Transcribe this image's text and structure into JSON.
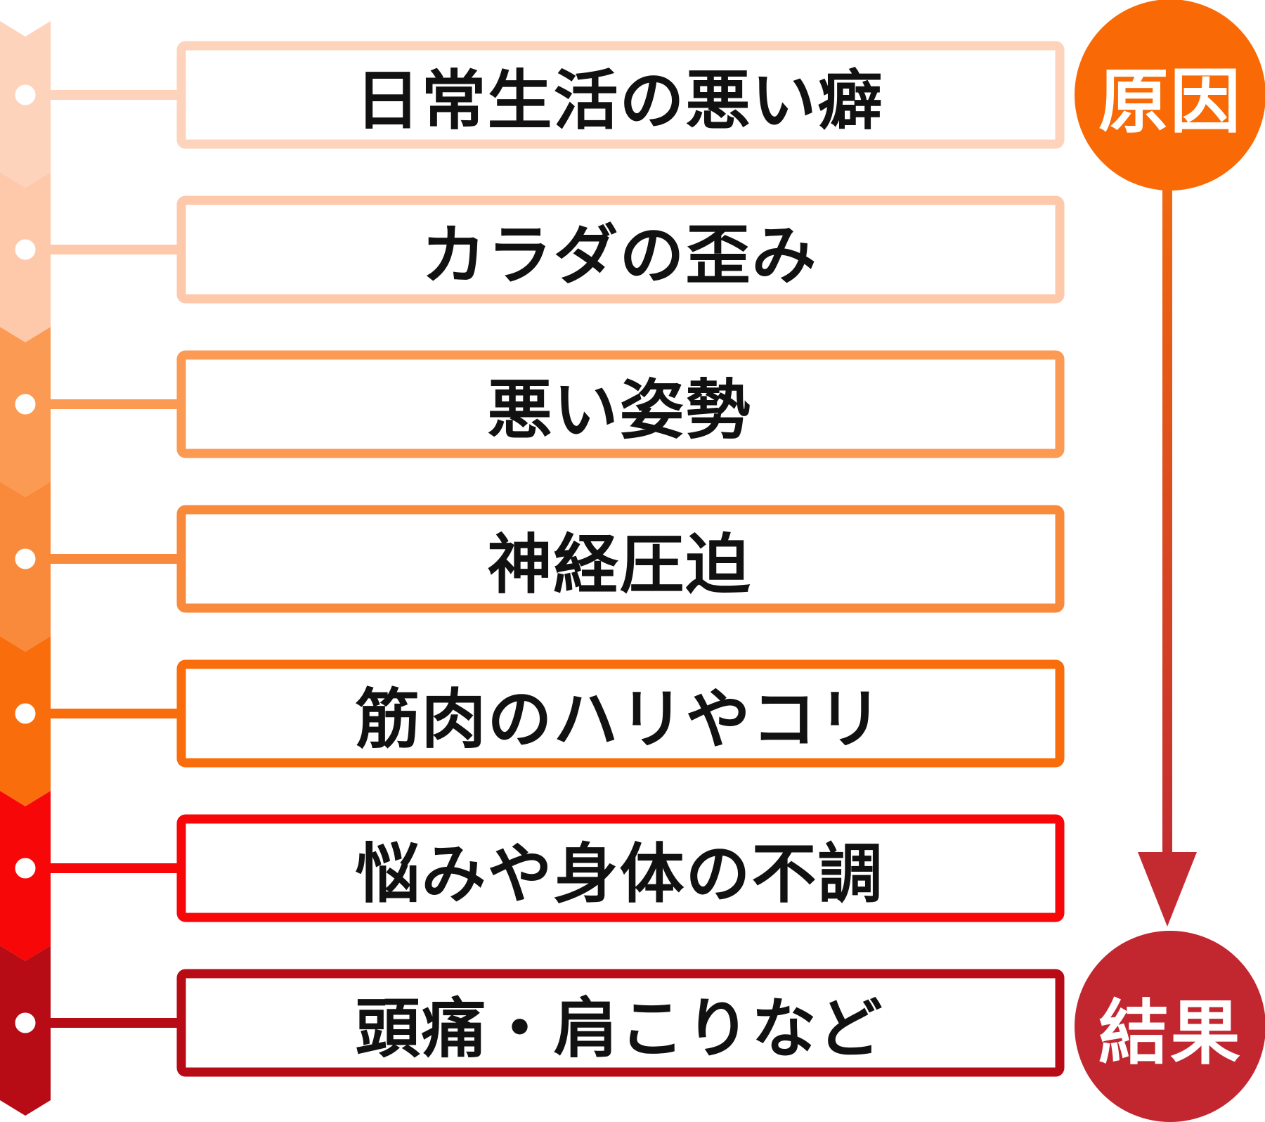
{
  "steps": [
    {
      "label": "日常生活の悪い癖",
      "color": "#FDD3BC"
    },
    {
      "label": "カラダの歪み",
      "color": "#FDC9AA"
    },
    {
      "label": "悪い姿勢",
      "color": "#FB9A52"
    },
    {
      "label": "神経圧迫",
      "color": "#FA8A3B"
    },
    {
      "label": "筋肉のハリやコリ",
      "color": "#F96D0D"
    },
    {
      "label": "悩みや身体の不調",
      "color": "#F70707"
    },
    {
      "label": "頭痛・肩こりなど",
      "color": "#B70B15"
    }
  ],
  "cause_badge": {
    "label": "原因",
    "color": "#F96A06"
  },
  "result_badge": {
    "label": "結果",
    "color": "#C22730"
  },
  "arrow": {
    "color_top": "#F26A0E",
    "color_bottom": "#C32B31"
  }
}
